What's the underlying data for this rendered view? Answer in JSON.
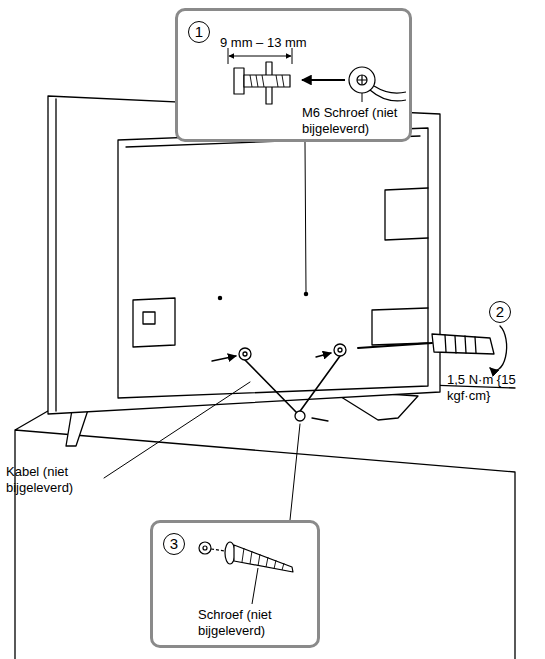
{
  "diagram": {
    "nodes": [
      {
        "text": [
          "1",
          "9 mm – 13 mm",
          "M6 Schroef (niet bijgeleverd)"
        ]
      },
      {
        "text": [
          "3",
          "Schroef (niet bijgeleverd)"
        ]
      }
    ],
    "labels": [
      "2",
      "1,5 N·m {15 kgf·cm}",
      "Kabel (niet bijgeleverd)"
    ]
  }
}
